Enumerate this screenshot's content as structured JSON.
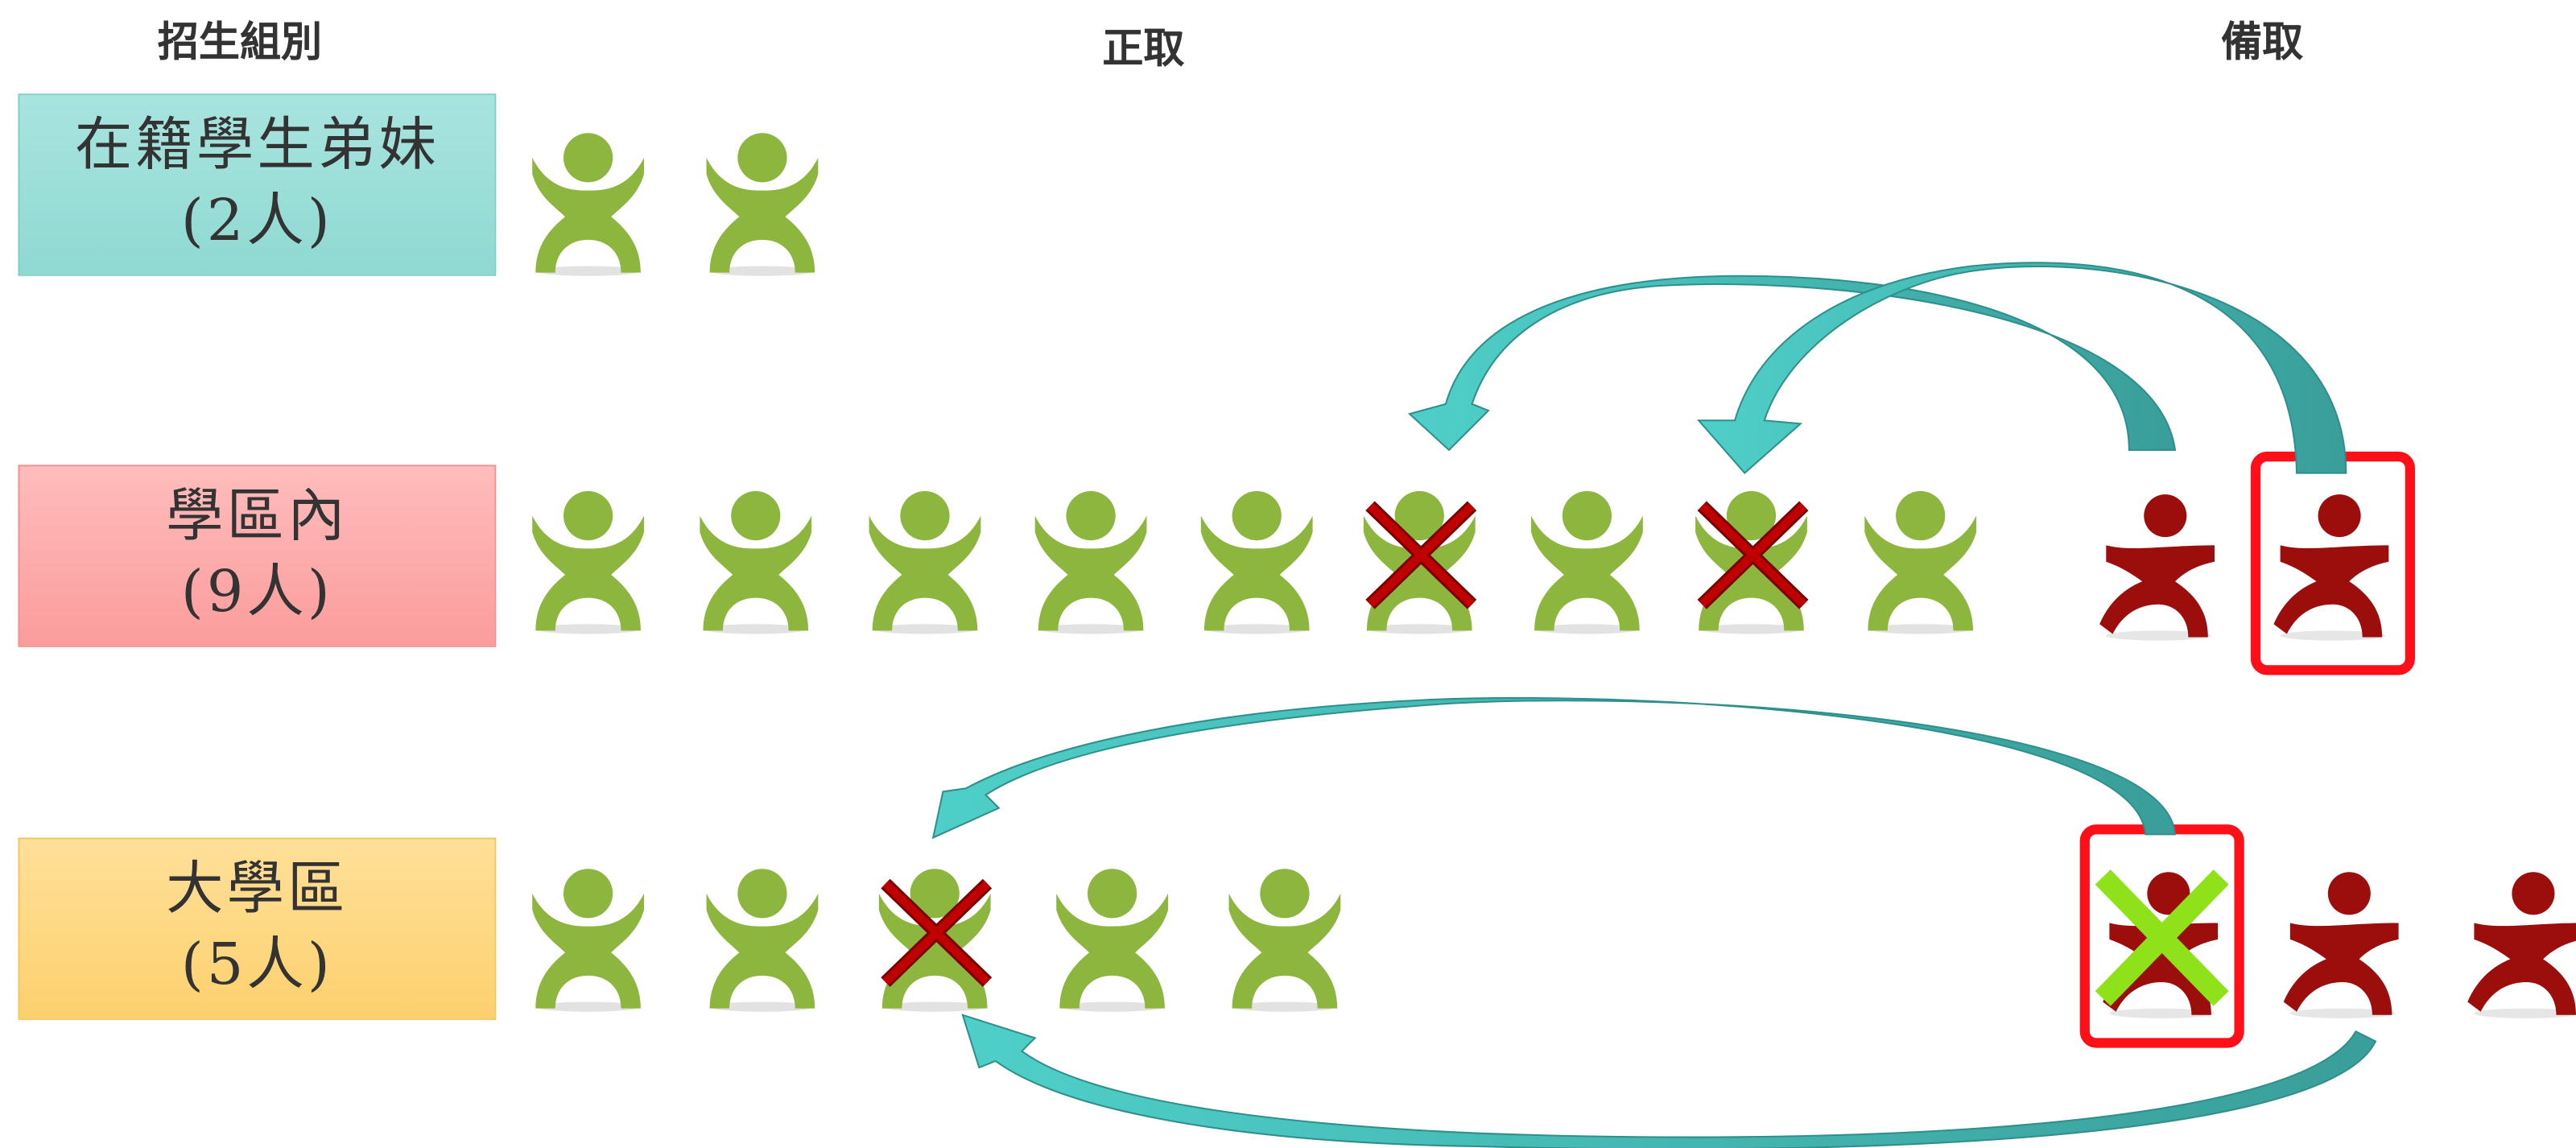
{
  "headers": {
    "group": "招生組別",
    "admitted": "正取",
    "waitlist": "備取"
  },
  "groups": [
    {
      "name": "在籍學生弟妹",
      "count": "(2人)"
    },
    {
      "name": "學區內",
      "count": "(9人)"
    },
    {
      "name": "大學區",
      "count": "(5人)"
    }
  ],
  "colors": {
    "admitted_person": "#8db63f",
    "waitlist_person": "#9b0e0c",
    "cross_mark": "#c00000",
    "cancel_mark": "#8fe21a",
    "highlight_box": "#ff0f17",
    "arrow": "#4bc7c1",
    "arrow_dark": "#3a9e9a"
  },
  "icons": {
    "admitted": "person-green-icon",
    "waitlist": "person-red-icon",
    "declined": "x-mark-icon"
  }
}
